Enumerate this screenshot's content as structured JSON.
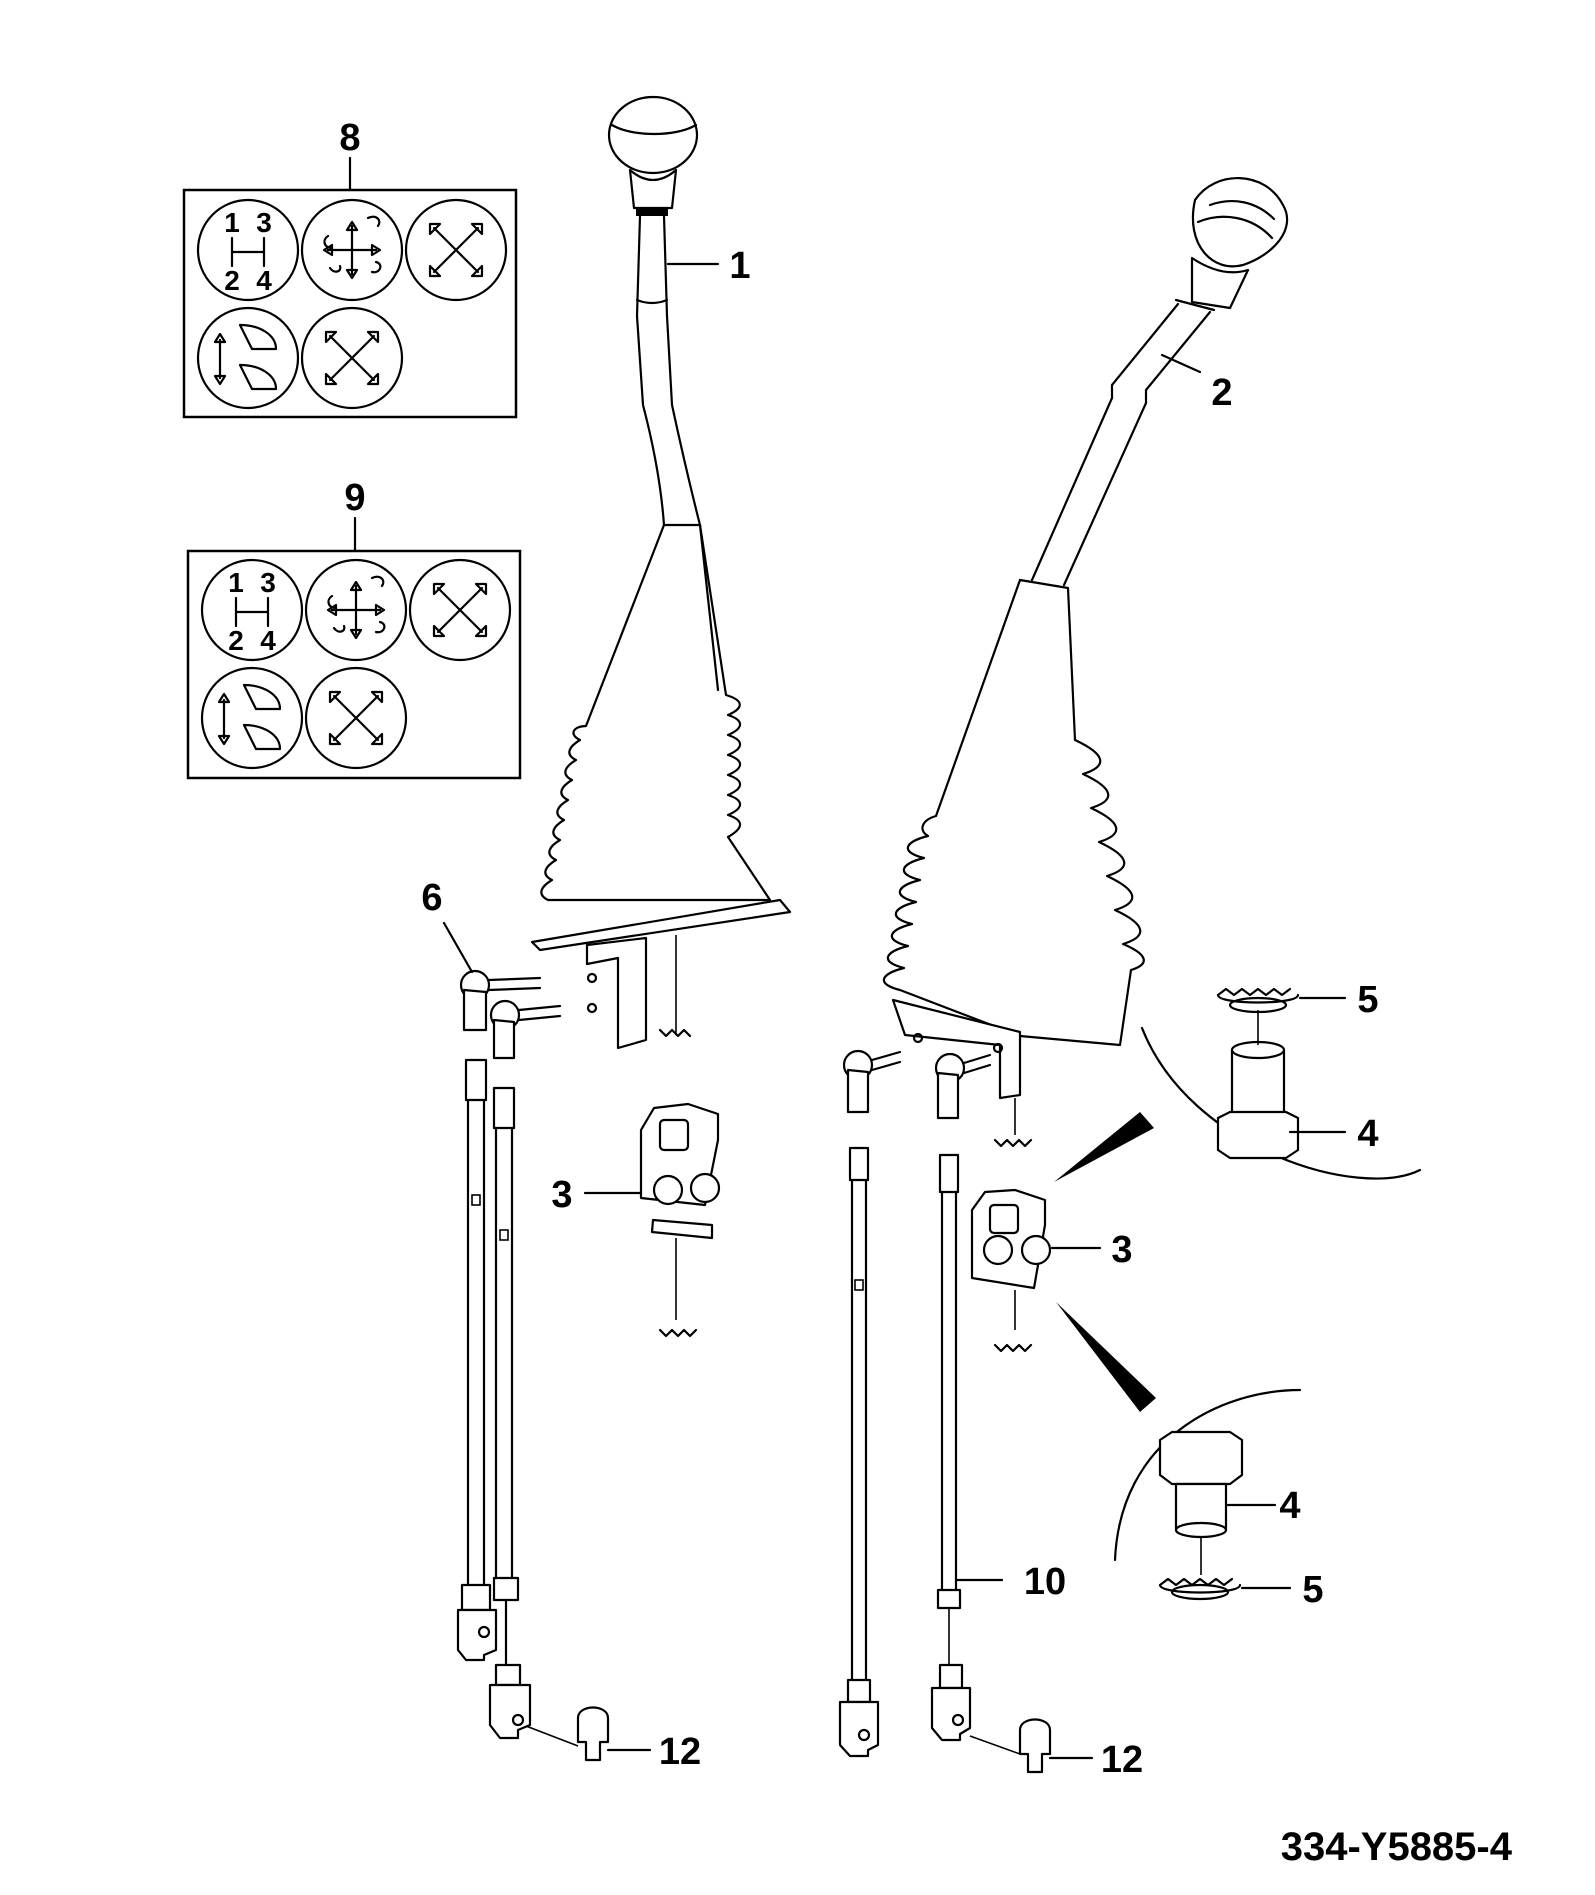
{
  "callouts": {
    "c1": "1",
    "c2": "2",
    "c3a": "3",
    "c3b": "3",
    "c4a": "4",
    "c4b": "4",
    "c5a": "5",
    "c5b": "5",
    "c6": "6",
    "c8": "8",
    "c9": "9",
    "c10": "10",
    "c12a": "12",
    "c12b": "12"
  },
  "decal8": {
    "gear": {
      "g1": "1",
      "g3": "3",
      "g2": "2",
      "g4": "4"
    }
  },
  "decal9": {
    "gear": {
      "g1": "1",
      "g3": "3",
      "g2": "2",
      "g4": "4"
    }
  },
  "doc_ref": "334-Y5885-4"
}
